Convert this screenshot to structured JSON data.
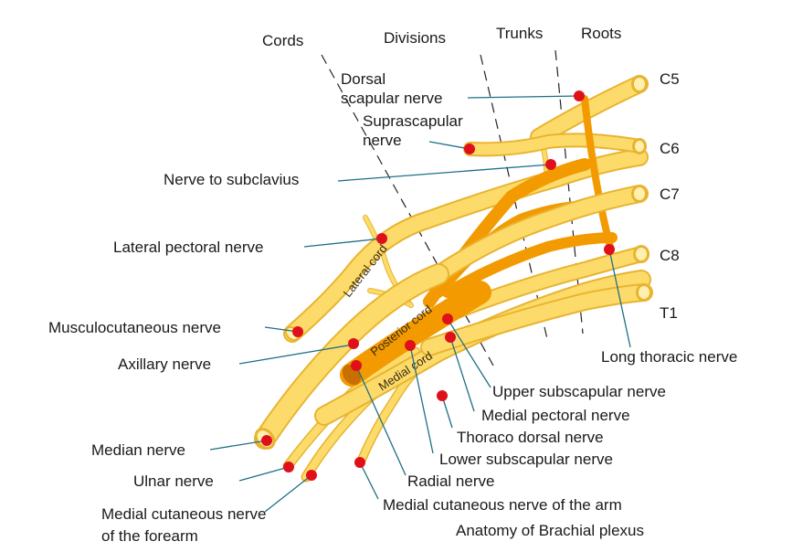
{
  "caption": "Anatomy of Brachial plexus",
  "column_headers": {
    "cords": "Cords",
    "divisions": "Divisions",
    "trunks": "Trunks",
    "roots": "Roots"
  },
  "roots": [
    "C5",
    "C6",
    "C7",
    "C8",
    "T1"
  ],
  "cord_labels": {
    "lateral": "Lateral cord",
    "posterior": "Posterior cord",
    "medial": "Medial cord"
  },
  "nerve_labels": {
    "dorsal_scapular": [
      "Dorsal",
      "scapular nerve"
    ],
    "suprascapular": [
      "Suprascapular",
      "nerve"
    ],
    "nerve_to_subclavius": "Nerve to subclavius",
    "lateral_pectoral": "Lateral pectoral nerve",
    "musculocutaneous": "Musculocutaneous nerve",
    "axillary": "Axillary nerve",
    "median": "Median nerve",
    "ulnar": "Ulnar nerve",
    "medial_cutaneous_forearm": [
      "Medial cutaneous nerve",
      "of the forearm"
    ],
    "long_thoracic": "Long thoracic nerve",
    "upper_subscapular": "Upper subscapular nerve",
    "medial_pectoral": "Medial pectoral nerve",
    "thoracodorsal": "Thoraco dorsal nerve",
    "lower_subscapular": "Lower subscapular nerve",
    "radial": "Radial nerve",
    "medial_cutaneous_arm": "Medial cutaneous nerve of the arm"
  },
  "colors": {
    "nerve_fill": "#fddb6a",
    "nerve_outline": "#e8b430",
    "posterior_division": "#f29a00",
    "marker": "#e0101a",
    "leader_line": "#1f6f86"
  }
}
